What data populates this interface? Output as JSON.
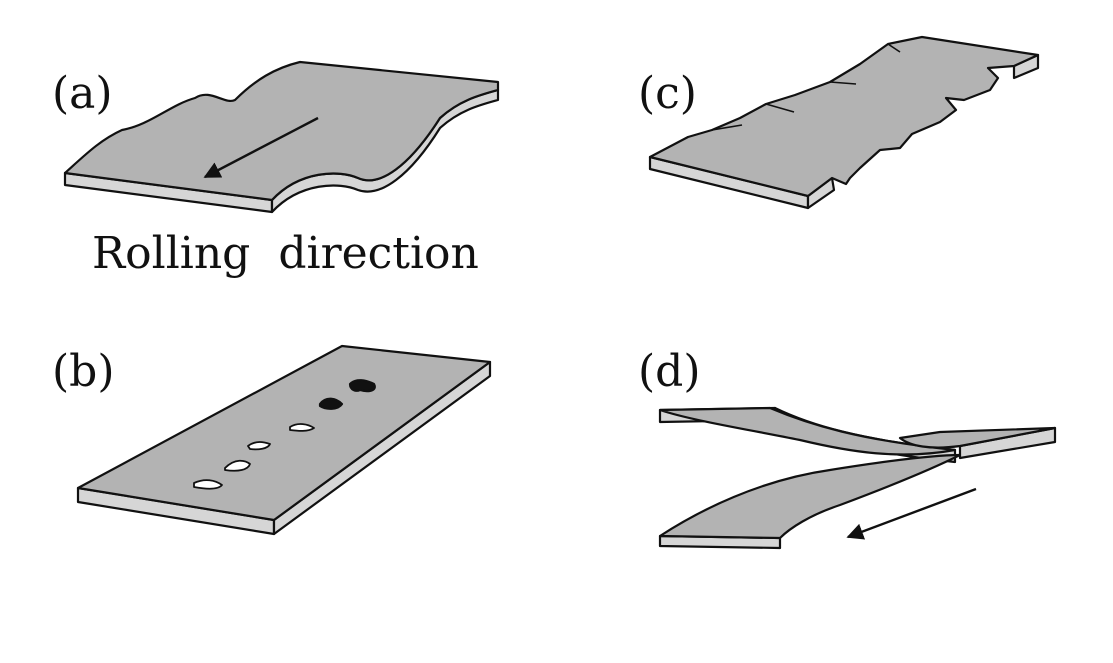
{
  "panels": {
    "a": {
      "label": "(a)"
    },
    "b": {
      "label": "(b)"
    },
    "c": {
      "label": "(c)"
    },
    "d": {
      "label": "(d)"
    }
  },
  "captions": {
    "rolling_direction": "Rolling direction"
  },
  "colors": {
    "plate_top": "#b3b3b3",
    "plate_edge": "#d6d6d6",
    "outline": "#111111",
    "background": "#ffffff"
  }
}
